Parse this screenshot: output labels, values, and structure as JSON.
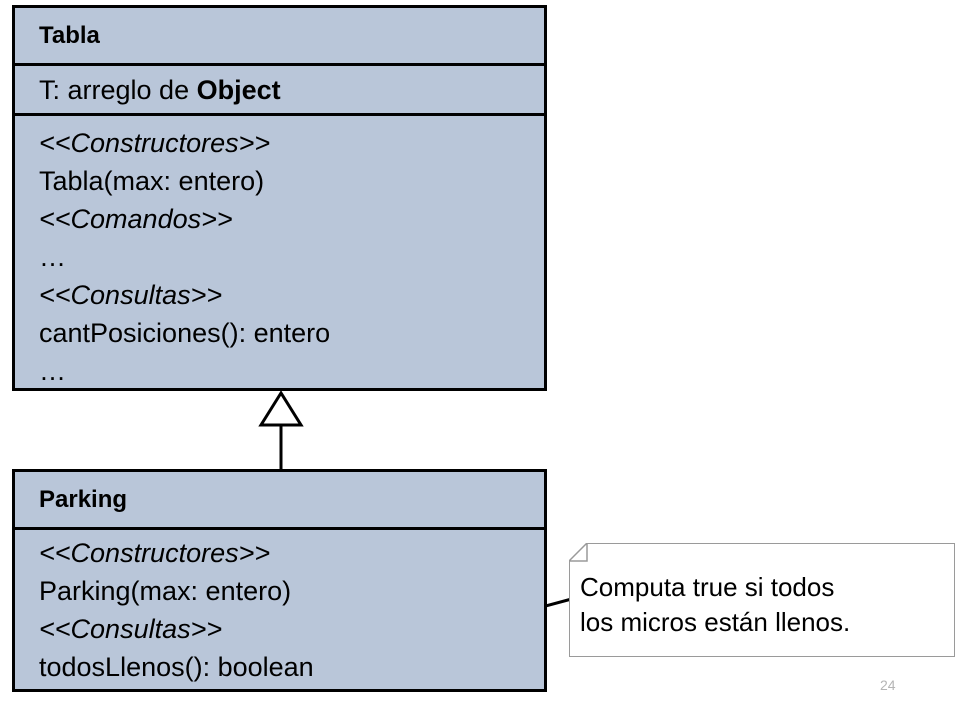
{
  "tabla": {
    "name": "Tabla",
    "attribute_name": "T: arreglo de ",
    "attribute_type": "Object",
    "operations": {
      "constructors_stereotype": "<<Constructores>>",
      "constructor": "Tabla(max: entero)",
      "commands_stereotype": "<<Comandos>>",
      "commands_ellipsis": "…",
      "queries_stereotype": "<<Consultas>>",
      "query": "cantPosiciones(): entero",
      "queries_ellipsis": "…"
    }
  },
  "parking": {
    "name": "Parking",
    "operations": {
      "constructors_stereotype": "<<Constructores>>",
      "constructor": "Parking(max: entero)",
      "queries_stereotype": "<<Consultas>>",
      "query": "todosLlenos(): boolean"
    }
  },
  "note": {
    "line1": "Computa true si todos",
    "line2": "los micros están llenos."
  },
  "page_number": "24",
  "colors": {
    "class_fill": "#b9c6d9",
    "border": "#000000",
    "note_border": "#9a9a9a"
  }
}
